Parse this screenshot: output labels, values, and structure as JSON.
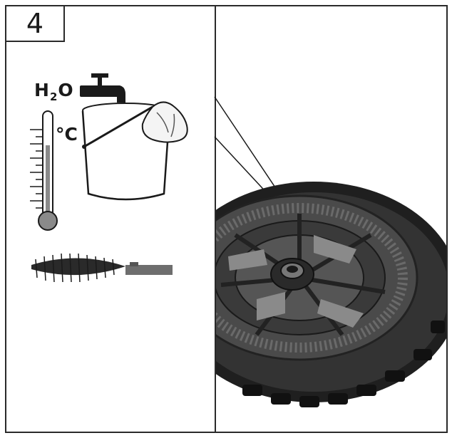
{
  "step": {
    "number": "4"
  },
  "labels": {
    "water_main": "H",
    "water_sub": "2",
    "water_tail": "O",
    "temperature_unit": "°C"
  },
  "icons": [
    "faucet-icon",
    "bucket-icon",
    "cloth-icon",
    "thermometer-icon",
    "brush-icon",
    "wheel-image"
  ]
}
